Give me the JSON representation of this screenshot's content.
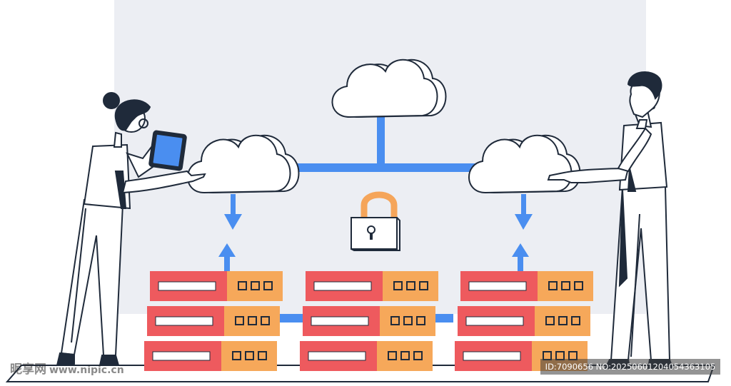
{
  "colors": {
    "background_panel": "#eceef3",
    "connector_blue": "#4a8ef0",
    "server_red": "#ee5a5e",
    "server_orange": "#f6a85a",
    "lock_shackle": "#f5a55a",
    "outline": "#1f2a3a"
  },
  "watermark": {
    "site_name": "昵享网",
    "site_url": "www.nipic.cn",
    "image_id": "ID:7090656 NO:20250601204054363105"
  },
  "icons": [
    "cloud-icon",
    "padlock-icon",
    "server-rack-icon",
    "tablet-icon",
    "phone-icon",
    "arrow-up-icon",
    "arrow-down-icon"
  ]
}
